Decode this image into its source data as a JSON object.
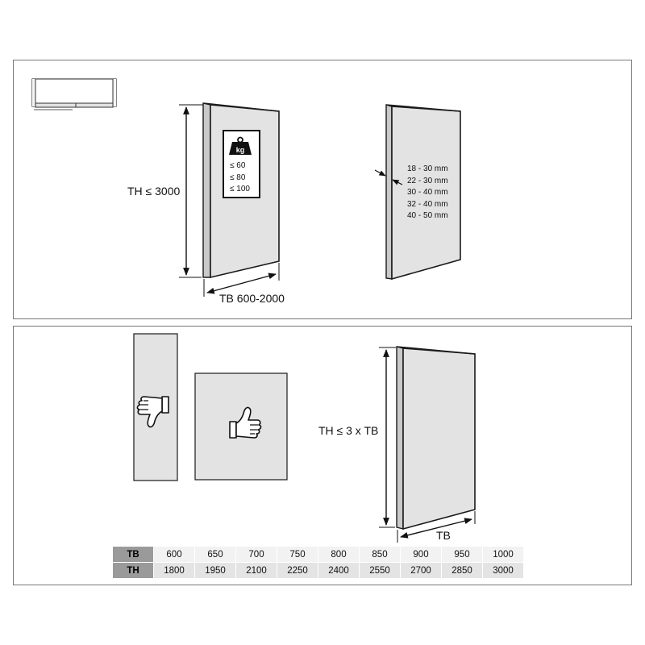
{
  "top_panel": {
    "height_label": "TH ≤ 3000",
    "width_label": "TB 600-2000",
    "weight_icon_text": "kg",
    "weight_limits": [
      "≤ 60",
      "≤ 80",
      "≤ 100"
    ],
    "thickness_ranges": [
      "18 - 30 mm",
      "22 - 30 mm",
      "30 - 40 mm",
      "32 - 40 mm",
      "40 - 50 mm"
    ]
  },
  "bottom_panel": {
    "ratio_label": "TH ≤ 3 x TB",
    "width_label": "TB",
    "dimension_table": {
      "row1_header": "TB",
      "row2_header": "TH",
      "TB": [
        "600",
        "650",
        "700",
        "750",
        "800",
        "850",
        "900",
        "950",
        "1000"
      ],
      "TH": [
        "1800",
        "1950",
        "2100",
        "2250",
        "2400",
        "2550",
        "2700",
        "2850",
        "3000"
      ]
    }
  },
  "colors": {
    "door_fill": "#e3e3e3",
    "door_edge": "#1a1a1a",
    "panel_border": "#777777",
    "table_header": "#9a9a9a"
  }
}
